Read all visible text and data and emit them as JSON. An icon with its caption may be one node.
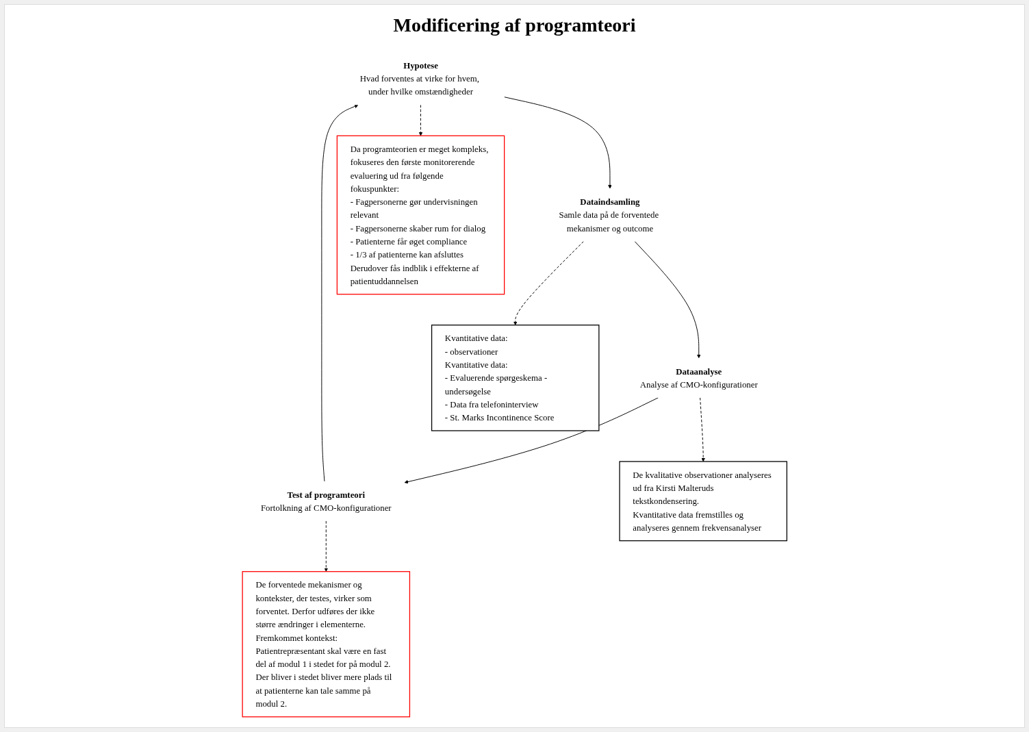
{
  "diagram": {
    "title": "Modificering af programteori",
    "nodes": [
      {
        "text": [
          "Hypotese",
          "Hvad forventes at virke for hvem, under hvilke omstændigheder"
        ]
      },
      {
        "text": [
          "Dataindsamling",
          "Samle data på de forventede mekanismer og outcome"
        ]
      },
      {
        "text": [
          "Dataanalyse",
          "Analyse af CMO-konfigurationer"
        ]
      },
      {
        "text": [
          "Test af programteori",
          "Fortolkning af CMO-konfigurationer"
        ]
      },
      {
        "text": [
          "Da programteorien er meget kompleks, fokuseres den første monitorerende evaluering ud fra følgende fokuspunkter:",
          "- Fagpersonerne gør undervisningen relevant",
          "- Fagpersonerne skaber rum for dialog",
          "- Patienterne får øget compliance",
          "- 1/3 af patienterne kan afsluttes",
          "Derudover fås indblik i effekterne af patientuddannelsen"
        ]
      },
      {
        "text": [
          "Kvantitative data:",
          "- observationer",
          "Kvantitative data:",
          "- Evaluerende spørgeskema - undersøgelse",
          "- Data fra telefoninterview",
          "- St. Marks Incontinence Score"
        ]
      },
      {
        "text": [
          "De kvalitative observationer analyseres ud fra Kirsti Malteruds tekstkondensering.",
          "Kvantitative data fremstilles og analyseres gennem frekvensanalyser"
        ]
      },
      {
        "text": [
          "De forventede mekanismer og kontekster, der testes, virker som forventet. Derfor udføres der ikke større ændringer i elementerne.",
          "Fremkommet kontekst: Patientrepræsentant skal være en fast del af modul 1 i stedet for på modul 2. Der bliver i stedet bliver mere plads til at patienterne kan tale samme på modul 2."
        ]
      }
    ],
    "edges": [
      {
        "from": 0,
        "to": 1,
        "arrow": "to"
      },
      {
        "from": 1,
        "to": 2,
        "arrow": "to"
      },
      {
        "from": 2,
        "to": 3,
        "arrow": "to"
      },
      {
        "from": 3,
        "to": 0,
        "arrow": "to"
      },
      {
        "from": 0,
        "to": 4,
        "arrow": "to",
        "style": "dashed"
      },
      {
        "from": 1,
        "to": 5,
        "arrow": "to",
        "style": "dashed"
      },
      {
        "from": 2,
        "to": 6,
        "arrow": "to",
        "style": "dashed"
      },
      {
        "from": 3,
        "to": 7,
        "arrow": "to",
        "style": "dashed"
      }
    ]
  }
}
